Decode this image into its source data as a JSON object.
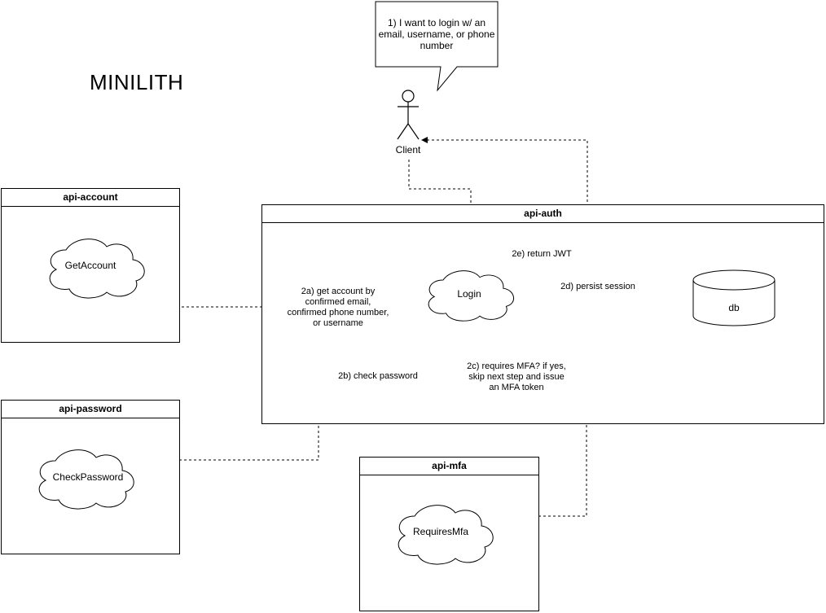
{
  "diagram": {
    "title": "MINILITH",
    "speech_bubble": "1) I want to login w/ an\nemail, username, or phone\nnumber",
    "actor_label": "Client",
    "boxes": {
      "api_account": {
        "title": "api-account",
        "cloud": "GetAccount"
      },
      "api_auth": {
        "title": "api-auth",
        "cloud": "Login",
        "db": "db"
      },
      "api_password": {
        "title": "api-password",
        "cloud": "CheckPassword"
      },
      "api_mfa": {
        "title": "api-mfa",
        "cloud": "RequiresMfa"
      }
    },
    "edges": {
      "get_account": "2a) get account by\nconfirmed email,\nconfirmed phone number,\nor username",
      "check_password": "2b) check password",
      "requires_mfa": "2c) requires MFA? if yes,\nskip next step and issue\nan MFA token",
      "persist_session": "2d) persist session",
      "return_jwt": "2e) return JWT"
    }
  }
}
